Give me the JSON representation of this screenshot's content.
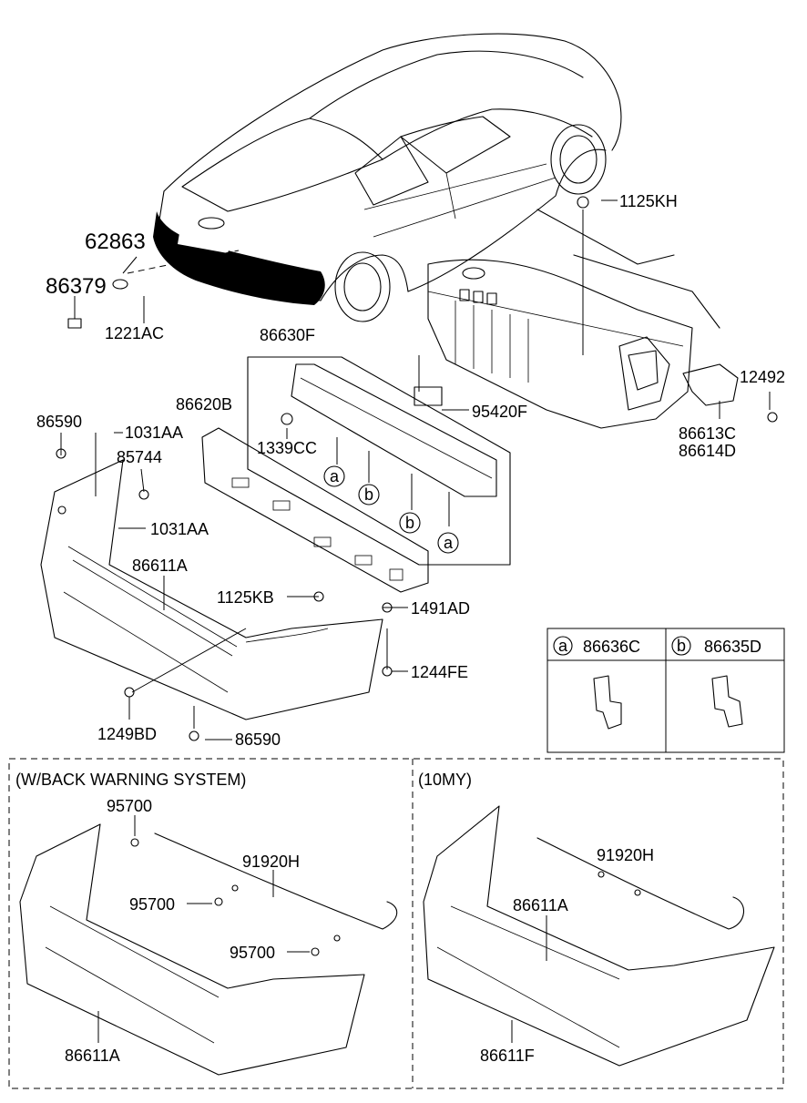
{
  "labels": {
    "p62863": "62863",
    "p86379": "86379",
    "p1221AC": "1221AC",
    "p1125KH": "1125KH",
    "p86630F": "86630F",
    "p86620B": "86620B",
    "p95420F": "95420F",
    "p12492": "12492",
    "p86613C": "86613C",
    "p86614D": "86614D",
    "p1339CC": "1339CC",
    "p86590_top": "86590",
    "p1031AA_top": "1031AA",
    "p85744": "85744",
    "p1031AA_mid": "1031AA",
    "p86611A": "86611A",
    "p1125KB": "1125KB",
    "p1491AD": "1491AD",
    "p1244FE": "1244FE",
    "p1249BD": "1249BD",
    "p86590_bot": "86590"
  },
  "callouts": {
    "a": "a",
    "b": "b"
  },
  "legend": {
    "a_key": "a",
    "a_part": "86636C",
    "b_key": "b",
    "b_part": "86635D"
  },
  "sections": {
    "left_title": "(W/BACK WARNING SYSTEM)",
    "left_95700_1": "95700",
    "left_95700_2": "95700",
    "left_95700_3": "95700",
    "left_91920H": "91920H",
    "left_86611A": "86611A",
    "right_title": "(10MY)",
    "right_91920H": "91920H",
    "right_86611A": "86611A",
    "right_86611F": "86611F"
  }
}
